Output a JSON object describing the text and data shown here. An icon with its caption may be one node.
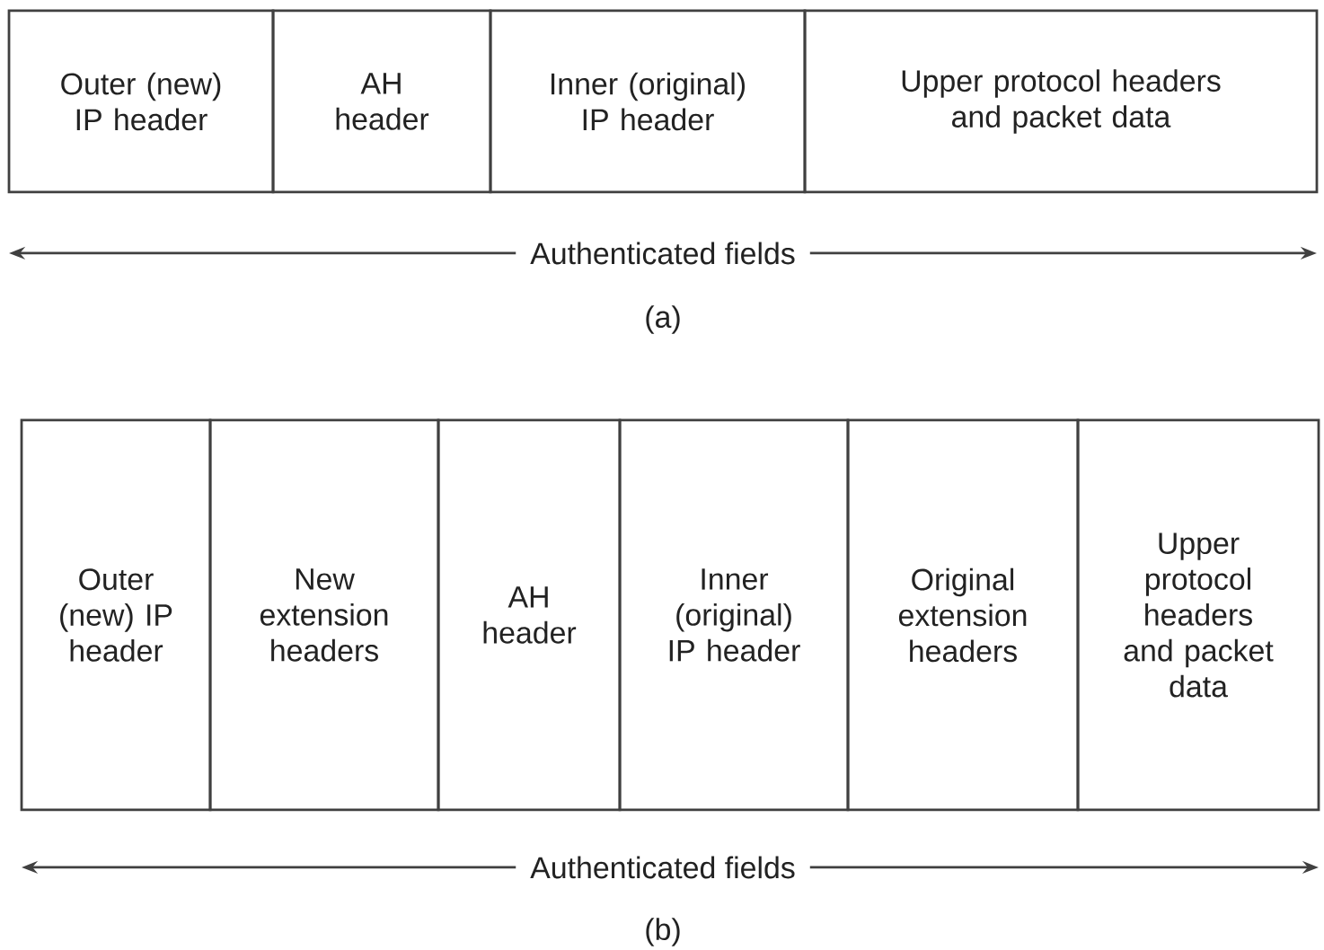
{
  "diagram": {
    "nodes": [
      {
        "text": [
          "Outer (new) IP header"
        ]
      },
      {
        "text": [
          "AH header"
        ]
      },
      {
        "text": [
          "Inner (original) IP header"
        ]
      },
      {
        "text": [
          "Upper protocol headers and packet data"
        ]
      },
      {
        "text": [
          "Outer (new) IP header"
        ]
      },
      {
        "text": [
          "New extension headers"
        ]
      },
      {
        "text": [
          "AH header"
        ]
      },
      {
        "text": [
          "Inner (original) IP header"
        ]
      },
      {
        "text": [
          "Original extension headers"
        ]
      },
      {
        "text": [
          "Upper protocol headers and packet data"
        ]
      }
    ],
    "labels": [
      "Authenticated fields",
      "(a)",
      "Authenticated fields",
      "(b)"
    ]
  }
}
